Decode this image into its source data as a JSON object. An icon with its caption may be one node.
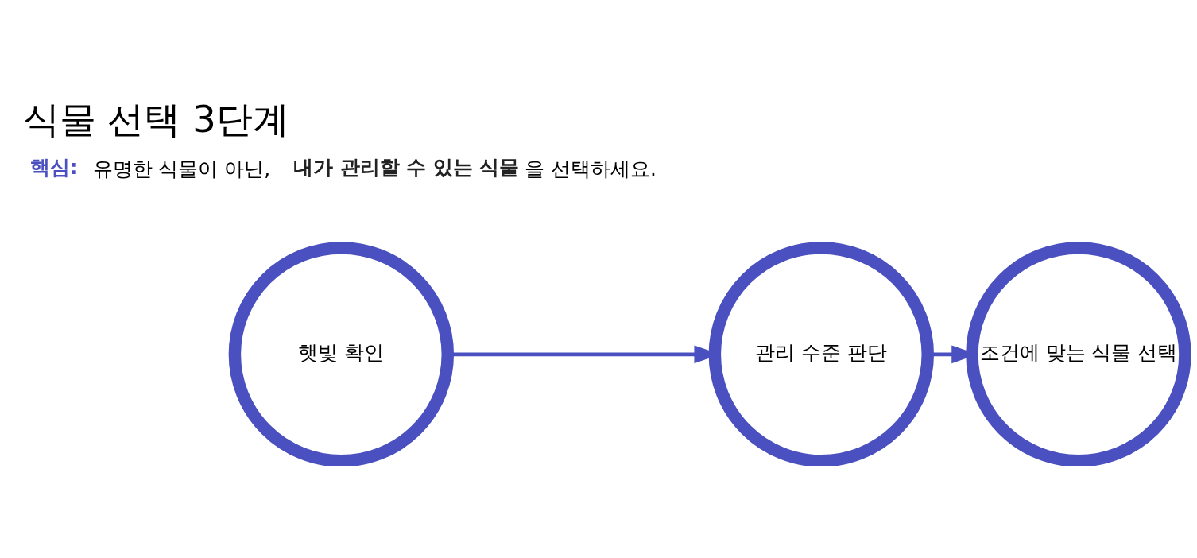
{
  "diagram": {
    "title": "식물 선택 3단계",
    "nodes": [
      {
        "text": [
          "햇빛 확인"
        ]
      },
      {
        "text": [
          "관리 수준 판단"
        ]
      },
      {
        "text": [
          "조건에 맞는 식물 선택"
        ]
      }
    ],
    "edges": [
      {
        "from": 0,
        "to": 1,
        "arrow": "to"
      },
      {
        "from": 1,
        "to": 2,
        "arrow": "to"
      }
    ],
    "labels": [
      "**핵심:** 유명한 식물이 아닌, **내가 관리할 수 있는 식물**을 선택하세요."
    ]
  }
}
